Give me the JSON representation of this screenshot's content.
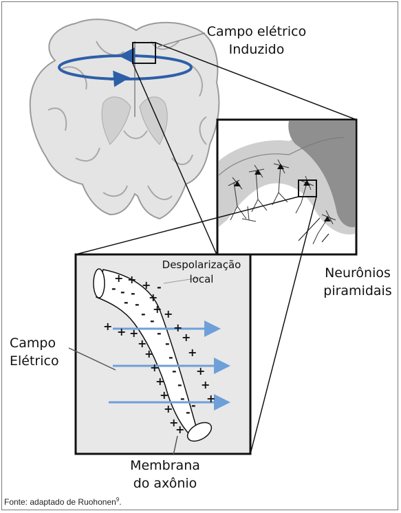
{
  "labels": {
    "induced_field_line1": "Campo elétrico",
    "induced_field_line2": "Induzido",
    "neurons_line1": "Neurônios",
    "neurons_line2": "piramidais",
    "depolarization_line1": "Despolarização",
    "depolarization_line2": "local",
    "electric_field_line1": "Campo",
    "electric_field_line2": "Elétrico",
    "membrane_line1": "Membrana",
    "membrane_line2": "do axônio"
  },
  "caption": {
    "text": "Fonte: adaptado de Ruohonen",
    "ref": "9",
    "end": "."
  },
  "colors": {
    "coil": "#2d5fa8",
    "field_arrow": "#6f9fd8",
    "brain_gray": "#d9d9d9",
    "panel_bg": "#e8e8e8"
  }
}
